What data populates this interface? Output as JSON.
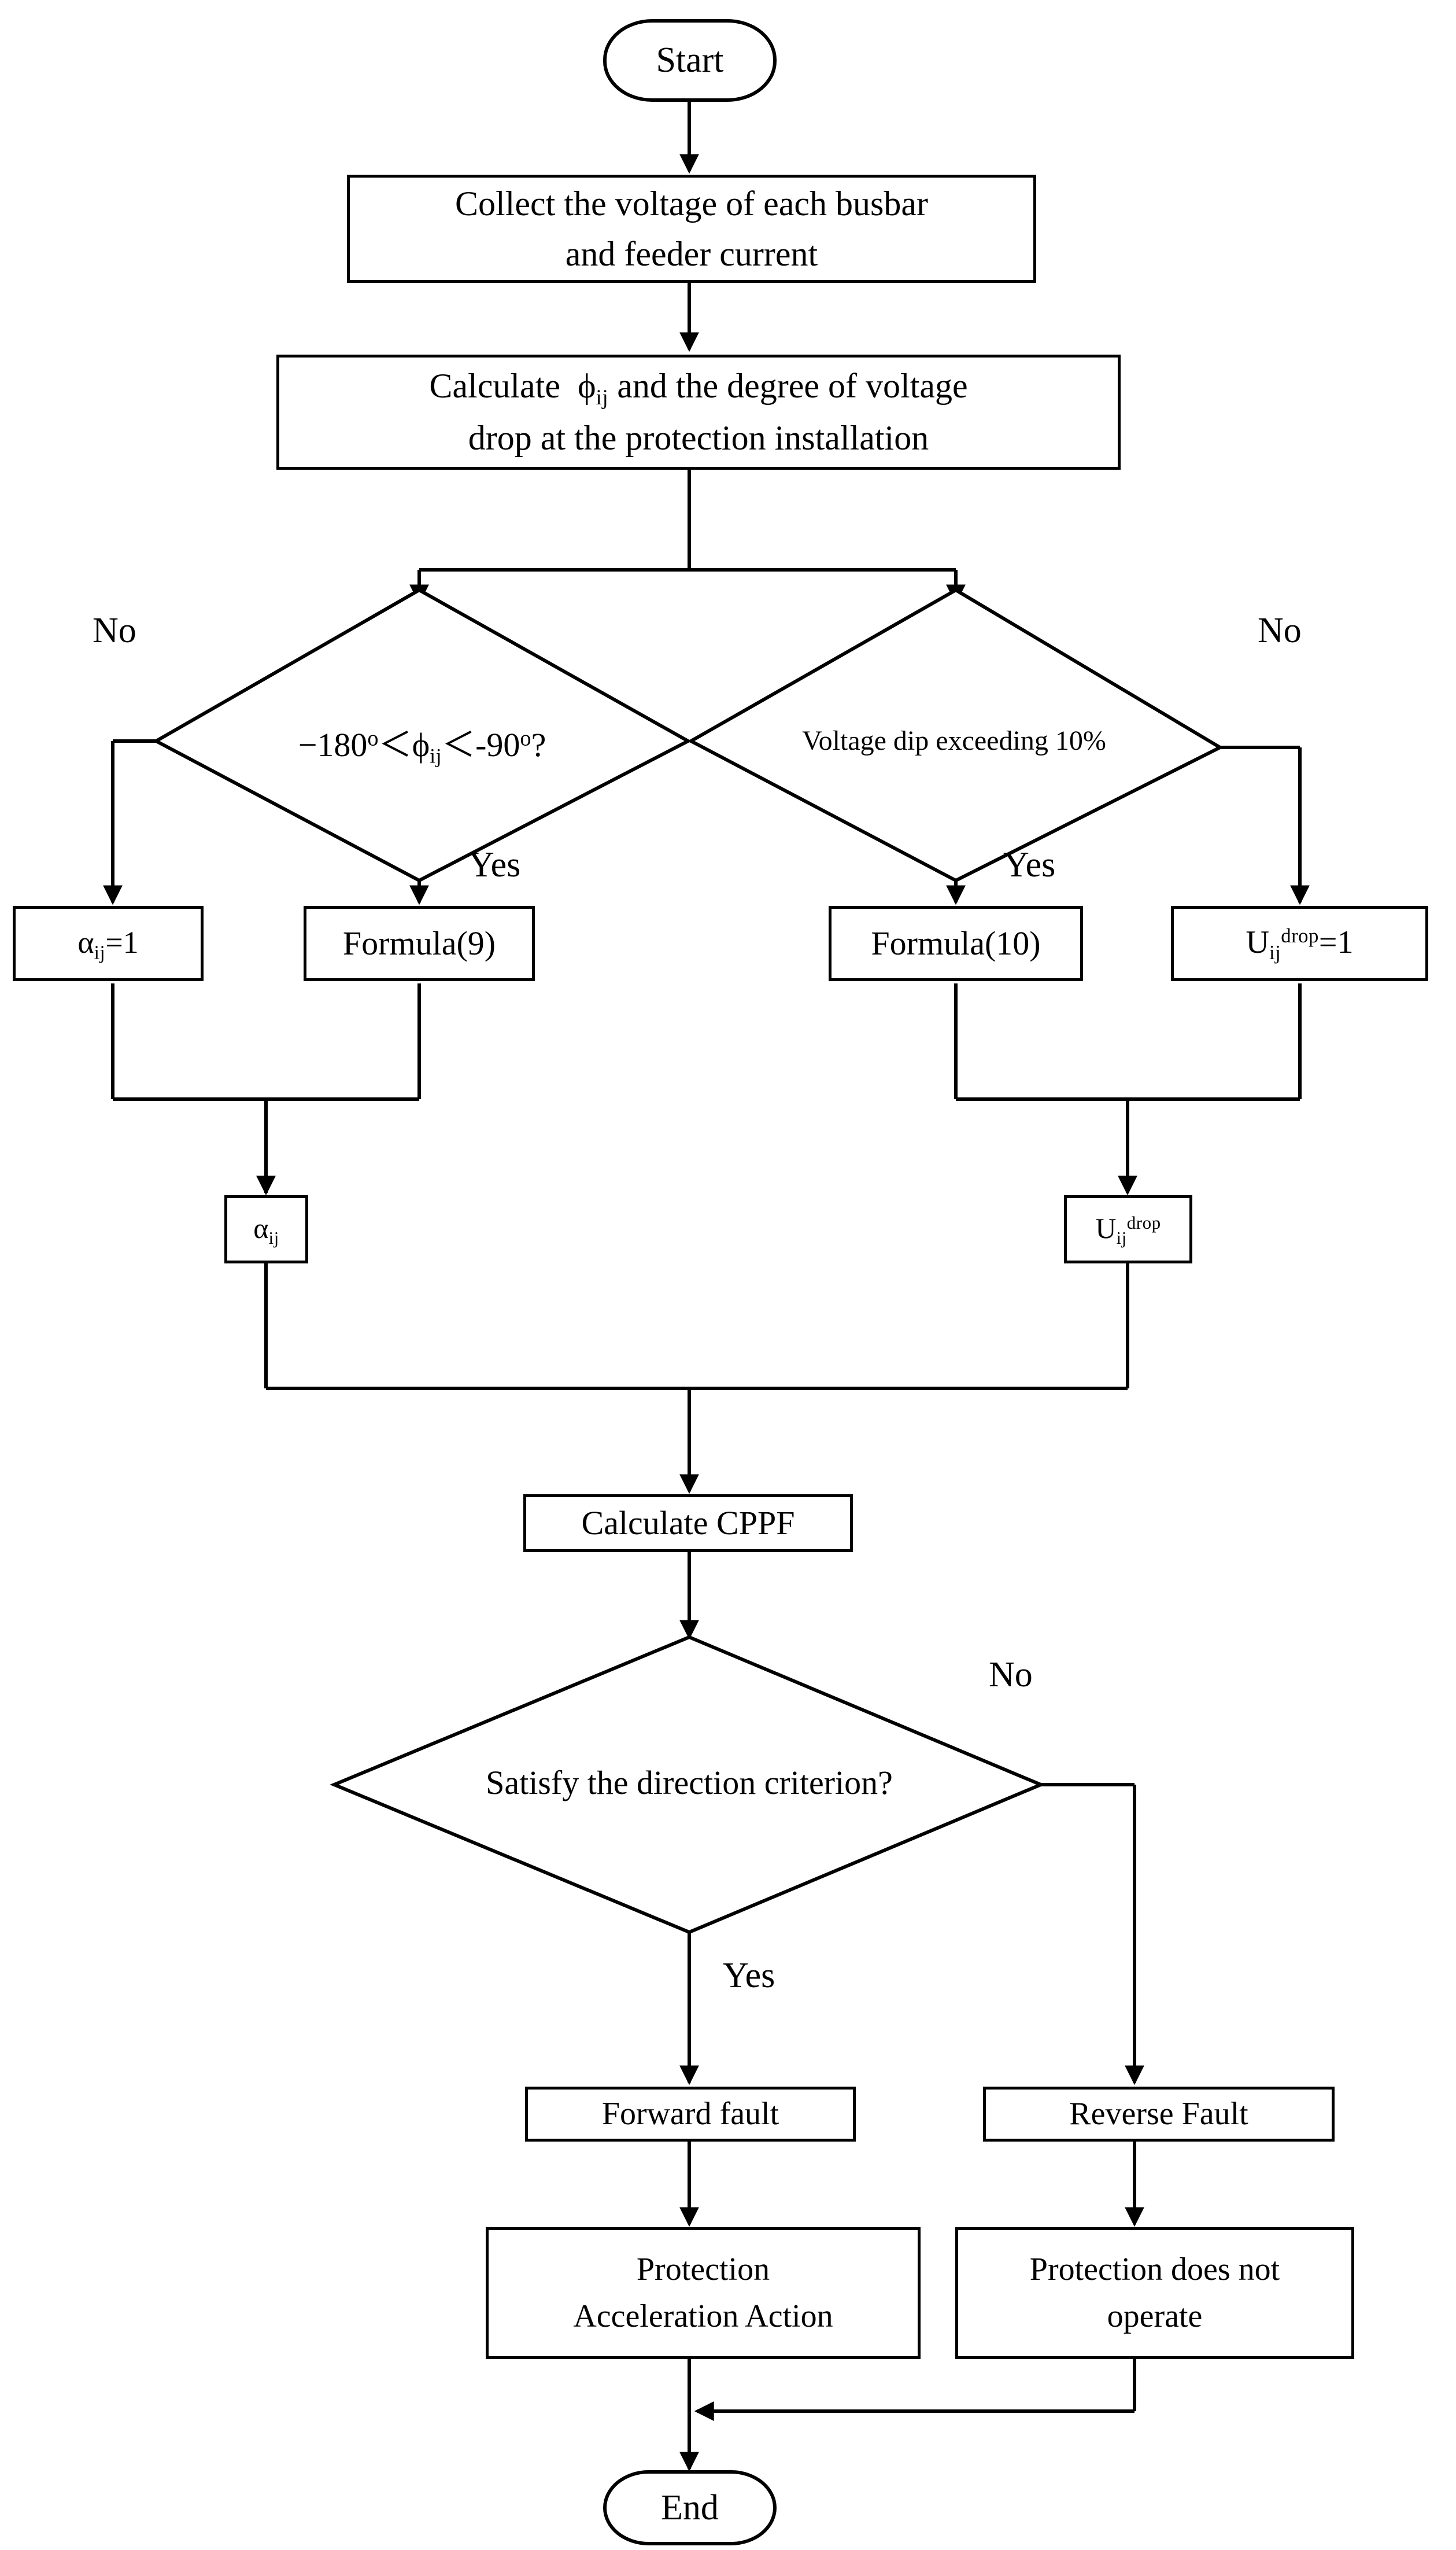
{
  "diagram": {
    "title": "Directional protection acceleration flowchart",
    "line_color": "#000000",
    "background": "#ffffff"
  },
  "nodes": {
    "start": {
      "label": "Start",
      "shape": "terminator"
    },
    "collect": {
      "line1": "Collect the voltage of each busbar",
      "line2": "and feeder current",
      "shape": "process"
    },
    "calculate_phi": {
      "line1_a": "Calculate",
      "line1_sym": "ϕ",
      "line1_sub": "ij",
      "line1_b": "and the degree of voltage",
      "line2": "drop at the protection installation",
      "shape": "process"
    },
    "decision_phase": {
      "text_a": "−180",
      "deg_a": "o",
      "lt1": "＜",
      "sym": "ϕ",
      "sub": "ij",
      "lt2": "＜",
      "text_b": "-90",
      "deg_b": "o",
      "q": "?",
      "shape": "decision"
    },
    "decision_dip": {
      "label": "Voltage dip exceeding 10%",
      "shape": "decision"
    },
    "alpha_set_one": {
      "sym": "α",
      "sub": "ij",
      "eq": "=1",
      "shape": "process"
    },
    "formula9": {
      "label": "Formula(9)",
      "shape": "process"
    },
    "formula10": {
      "label": "Formula(10)",
      "shape": "process"
    },
    "udrop_set_one": {
      "sym": "U",
      "sub": "ij",
      "sup": "drop",
      "eq": "=1",
      "shape": "process"
    },
    "alpha_result": {
      "sym": "α",
      "sub": "ij",
      "shape": "process"
    },
    "udrop_result": {
      "sym": "U",
      "sub": "ij",
      "sup": "drop",
      "shape": "process"
    },
    "calculate_cppf": {
      "label": "Calculate CPPF",
      "shape": "process"
    },
    "decision_direction": {
      "label": "Satisfy the direction criterion?",
      "shape": "decision"
    },
    "forward_fault": {
      "label": "Forward fault",
      "shape": "process"
    },
    "reverse_fault": {
      "label": "Reverse Fault",
      "shape": "process"
    },
    "protection_accel": {
      "line1": "Protection",
      "line2": "Acceleration Action",
      "shape": "process"
    },
    "protection_no_op": {
      "line1": "Protection does not",
      "line2": "operate",
      "shape": "process"
    },
    "end": {
      "label": "End",
      "shape": "terminator"
    }
  },
  "edge_labels": {
    "no_left": "No",
    "yes_left": "Yes",
    "yes_right": "Yes",
    "no_right": "No",
    "no_direction": "No",
    "yes_direction": "Yes"
  }
}
